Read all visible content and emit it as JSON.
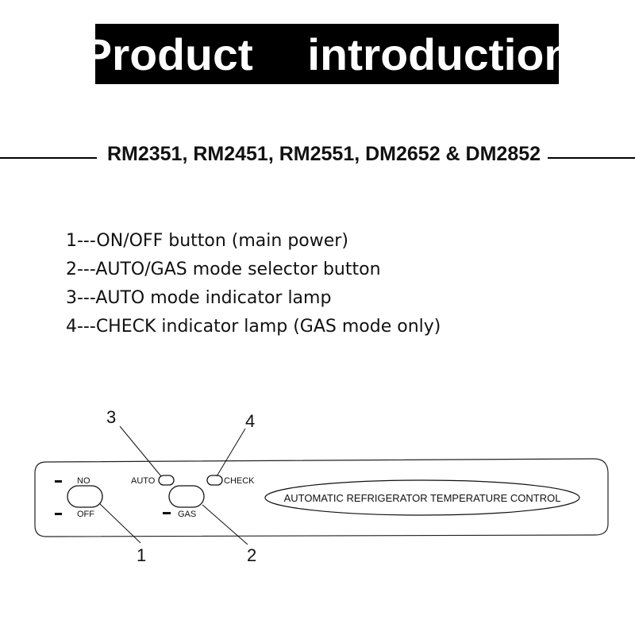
{
  "title": "Product  introduction",
  "models": "RM2351, RM2451, RM2551, DM2652 & DM2852",
  "legend": [
    "1---ON/OFF button (main power)",
    "2---AUTO/GAS mode selector button",
    "3---AUTO mode indicator lamp",
    "4---CHECK indicator lamp (GAS mode only)"
  ],
  "panel": {
    "label_no": "NO",
    "label_off": "OFF",
    "label_auto": "AUTO",
    "label_gas": "GAS",
    "label_check": "CHECK",
    "display_text": "AUTOMATIC REFRIGERATOR TEMPERATURE CONTROL"
  },
  "callouts": {
    "one": "1",
    "two": "2",
    "three": "3",
    "four": "4"
  },
  "colors": {
    "banner_bg": "#000000",
    "banner_text": "#ffffff",
    "line": "#000000"
  }
}
